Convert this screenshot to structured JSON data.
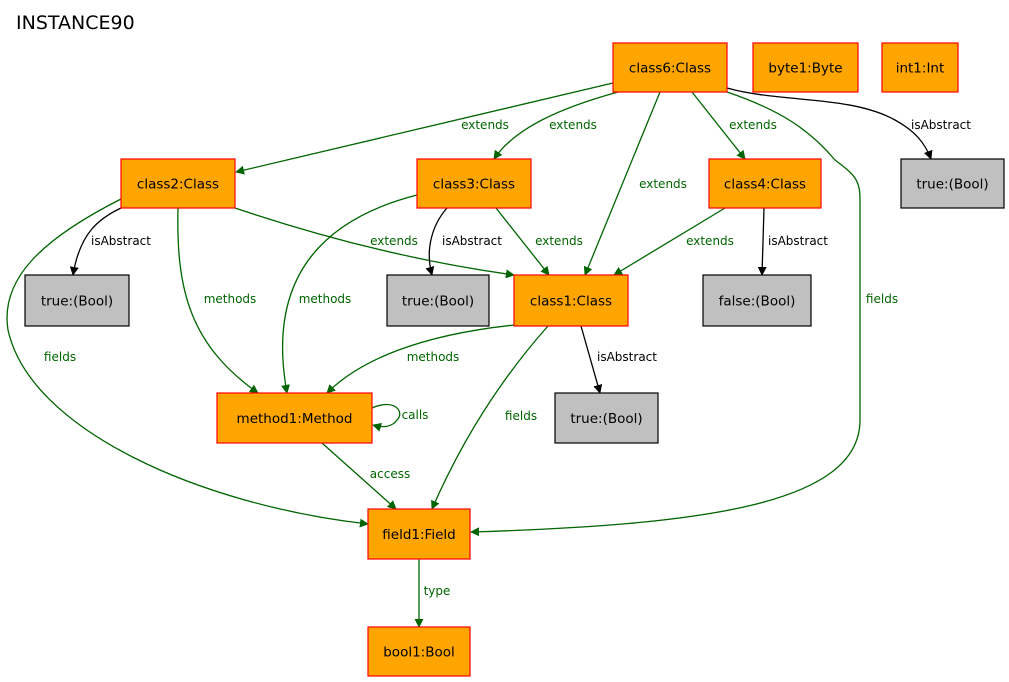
{
  "title": "INSTANCE90",
  "colors": {
    "object_fill": "#ffa500",
    "object_stroke": "#ff0000",
    "value_fill": "#c0c0c0",
    "value_stroke": "#000000",
    "reference_edge": "#006400",
    "attribute_edge": "#000000"
  },
  "nodes": [
    {
      "id": "class6",
      "label": "class6:Class",
      "kind": "object"
    },
    {
      "id": "byte1",
      "label": "byte1:Byte",
      "kind": "object"
    },
    {
      "id": "int1",
      "label": "int1:Int",
      "kind": "object"
    },
    {
      "id": "class2",
      "label": "class2:Class",
      "kind": "object"
    },
    {
      "id": "class3",
      "label": "class3:Class",
      "kind": "object"
    },
    {
      "id": "class4",
      "label": "class4:Class",
      "kind": "object"
    },
    {
      "id": "true_c6",
      "label": "true:(Bool)",
      "kind": "value"
    },
    {
      "id": "true_c2",
      "label": "true:(Bool)",
      "kind": "value"
    },
    {
      "id": "true_c3",
      "label": "true:(Bool)",
      "kind": "value"
    },
    {
      "id": "class1",
      "label": "class1:Class",
      "kind": "object"
    },
    {
      "id": "false_c4",
      "label": "false:(Bool)",
      "kind": "value"
    },
    {
      "id": "method1",
      "label": "method1:Method",
      "kind": "object"
    },
    {
      "id": "true_c1",
      "label": "true:(Bool)",
      "kind": "value"
    },
    {
      "id": "field1",
      "label": "field1:Field",
      "kind": "object"
    },
    {
      "id": "bool1",
      "label": "bool1:Bool",
      "kind": "object"
    }
  ],
  "edges": [
    {
      "id": "e1",
      "from": "class6",
      "to": "class2",
      "label": "extends",
      "kind": "reference"
    },
    {
      "id": "e2",
      "from": "class6",
      "to": "class3",
      "label": "extends",
      "kind": "reference"
    },
    {
      "id": "e3",
      "from": "class6",
      "to": "class4",
      "label": "extends",
      "kind": "reference"
    },
    {
      "id": "e4",
      "from": "class6",
      "to": "class1",
      "label": "extends",
      "kind": "reference"
    },
    {
      "id": "e5",
      "from": "class6",
      "to": "true_c6",
      "label": "isAbstract",
      "kind": "attribute"
    },
    {
      "id": "e6",
      "from": "class6",
      "to": "field1",
      "label": "fields",
      "kind": "reference"
    },
    {
      "id": "e7",
      "from": "class2",
      "to": "true_c2",
      "label": "isAbstract",
      "kind": "attribute"
    },
    {
      "id": "e8",
      "from": "class2",
      "to": "class1",
      "label": "extends",
      "kind": "reference"
    },
    {
      "id": "e9",
      "from": "class2",
      "to": "method1",
      "label": "methods",
      "kind": "reference"
    },
    {
      "id": "e10",
      "from": "class2",
      "to": "field1",
      "label": "fields",
      "kind": "reference"
    },
    {
      "id": "e11",
      "from": "class3",
      "to": "true_c3",
      "label": "isAbstract",
      "kind": "attribute"
    },
    {
      "id": "e12",
      "from": "class3",
      "to": "class1",
      "label": "extends",
      "kind": "reference"
    },
    {
      "id": "e13",
      "from": "class3",
      "to": "method1",
      "label": "methods",
      "kind": "reference"
    },
    {
      "id": "e14",
      "from": "class4",
      "to": "false_c4",
      "label": "isAbstract",
      "kind": "attribute"
    },
    {
      "id": "e15",
      "from": "class4",
      "to": "class1",
      "label": "extends",
      "kind": "reference"
    },
    {
      "id": "e16",
      "from": "class1",
      "to": "method1",
      "label": "methods",
      "kind": "reference"
    },
    {
      "id": "e17",
      "from": "class1",
      "to": "true_c1",
      "label": "isAbstract",
      "kind": "attribute"
    },
    {
      "id": "e18",
      "from": "class1",
      "to": "field1",
      "label": "fields",
      "kind": "reference"
    },
    {
      "id": "e19",
      "from": "method1",
      "to": "method1",
      "label": "calls",
      "kind": "reference"
    },
    {
      "id": "e20",
      "from": "method1",
      "to": "field1",
      "label": "access",
      "kind": "reference"
    },
    {
      "id": "e21",
      "from": "field1",
      "to": "bool1",
      "label": "type",
      "kind": "reference"
    }
  ]
}
